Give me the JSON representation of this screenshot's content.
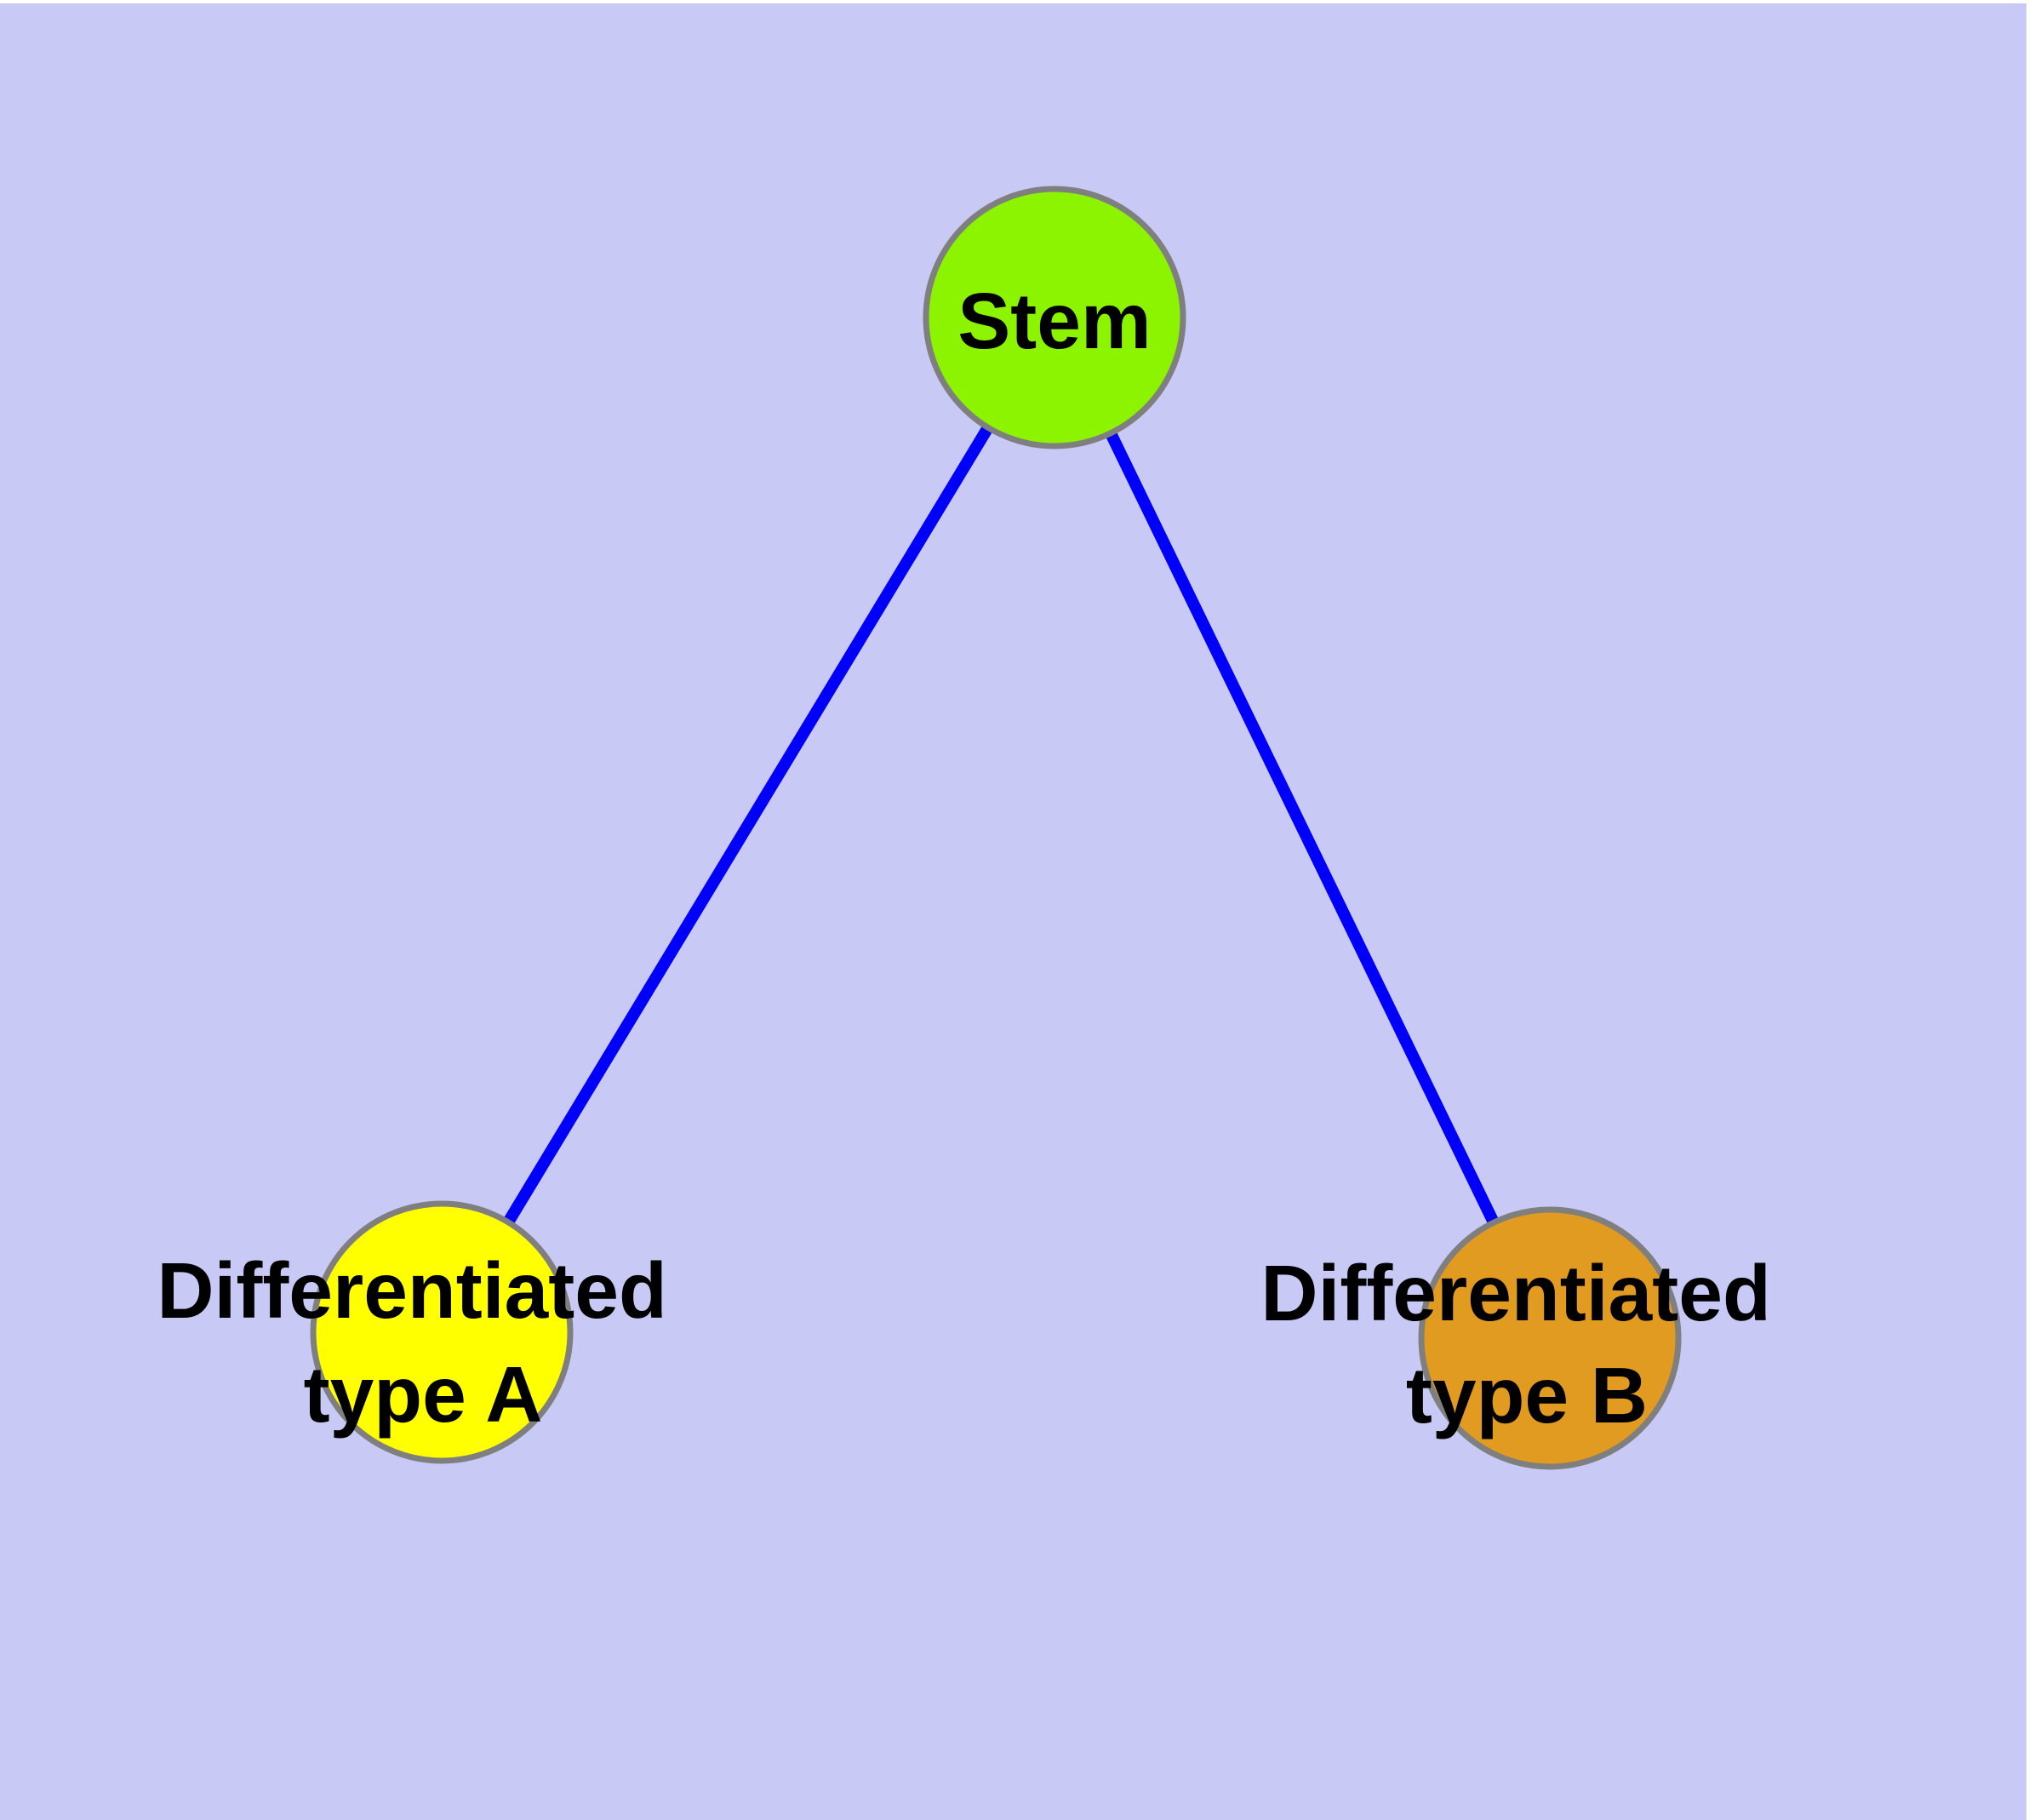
{
  "figure": {
    "description": "Cell differentiation graph: a stem node connected to two differentiated cell type nodes",
    "background_color": "#C9C9F6",
    "margin_color": "#FFFFFF",
    "node_border_color": "#7F7F7F",
    "label_text_color": "#000000"
  },
  "nodes": [
    {
      "id": "stem",
      "label": "Stem",
      "label_lines": {
        "0": "Stem"
      },
      "color": "#8DF400"
    },
    {
      "id": "type-a",
      "label": "Differentiated type A",
      "label_lines": {
        "0": "Differentiated",
        "1": "type A"
      },
      "color": "#FFFF00"
    },
    {
      "id": "type-b",
      "label": "Differentiated type B",
      "label_lines": {
        "0": "Differentiated",
        "1": "type B"
      },
      "color": "#E09B20"
    }
  ],
  "edges": [
    {
      "from": "stem",
      "to": "type-a",
      "color": "#0000FA"
    },
    {
      "from": "stem",
      "to": "type-b",
      "color": "#0000FA"
    }
  ]
}
